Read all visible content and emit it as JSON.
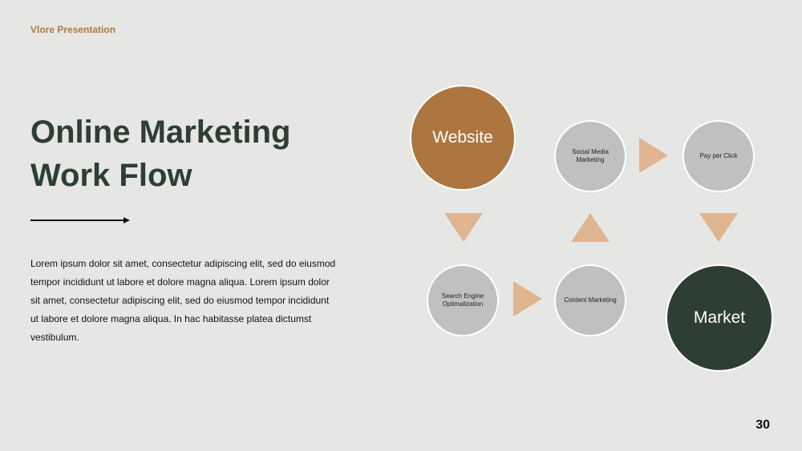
{
  "header": {
    "brand": "Vlore Presentation"
  },
  "slide": {
    "title_line1": "Online Marketing",
    "title_line2": "Work Flow",
    "body": "Lorem ipsum dolor sit amet, consectetur adipiscing elit, sed do eiusmod tempor incididunt ut labore et dolore magna aliqua. Lorem ipsum dolor sit amet, consectetur adipiscing elit, sed do eiusmod tempor incididunt ut labore et dolore magna aliqua. In hac habitasse platea dictumst vestibulum."
  },
  "diagram": {
    "nodes": {
      "website": "Website",
      "social_media": "Social Media Marketing",
      "pay_per_click": "Pay per Click",
      "search_engine": "Search Engine Optimalization",
      "content": "Content Marketing",
      "market": "Market"
    },
    "colors": {
      "website": "#ad753f",
      "market": "#2d3e35",
      "small_node": "#c0c0c0",
      "arrow": "#dfb58f"
    }
  },
  "footer": {
    "page_number": "30"
  }
}
